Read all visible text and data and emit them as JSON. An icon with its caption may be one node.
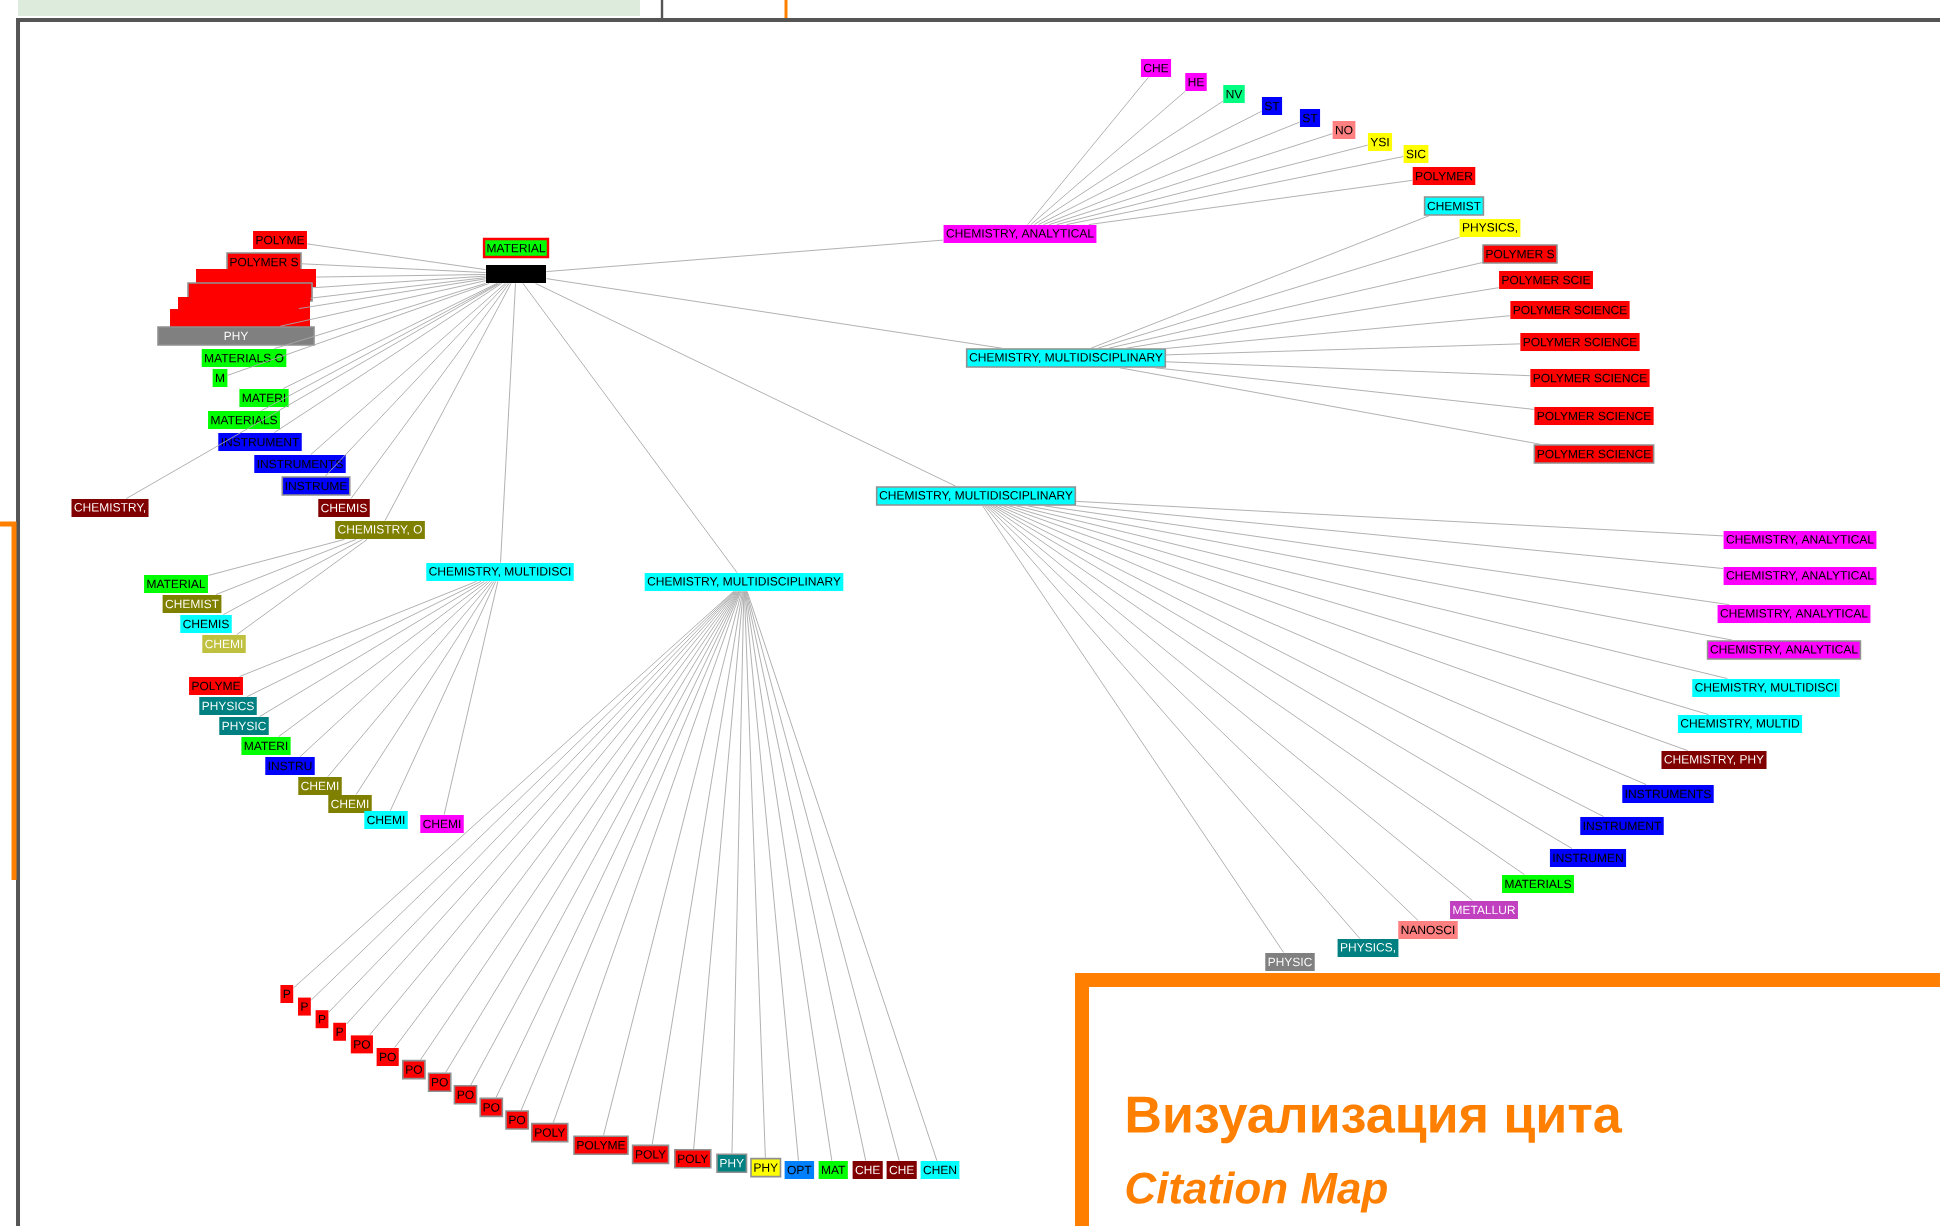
{
  "diagram": {
    "nodes": [
      {
        "text": [
          "MATERIAL"
        ]
      },
      {
        "text": [],
        "shape": "box"
      },
      {
        "text": [
          "CHEMISTRY, ANALYTICAL"
        ]
      },
      {
        "text": [
          "CHEMISTRY, MULTIDISCIPLINARY"
        ]
      },
      {
        "text": [
          "CHEMISTRY, MULTIDISCIPLINARY"
        ]
      },
      {
        "text": [
          "CHEMISTRY, MULTIDISCI"
        ]
      },
      {
        "text": [
          "CHEMISTRY, MULTIDISCIPLINARY"
        ]
      },
      {
        "text": [
          "POLYME"
        ]
      },
      {
        "text": [
          "POLYMER S"
        ]
      },
      {
        "text": [],
        "shape": "box"
      },
      {
        "text": [],
        "shape": "box"
      },
      {
        "text": [],
        "shape": "box"
      },
      {
        "text": [],
        "shape": "box"
      },
      {
        "text": [
          "PHY"
        ]
      },
      {
        "text": [
          "MATERIALS O"
        ]
      },
      {
        "text": [
          "M"
        ]
      },
      {
        "text": [
          "MATERI"
        ]
      },
      {
        "text": [
          "MATERIALS"
        ]
      },
      {
        "text": [
          "INSTRUMENT"
        ]
      },
      {
        "text": [
          "INSTRUMENTS"
        ]
      },
      {
        "text": [
          "INSTRUME"
        ]
      },
      {
        "text": [
          "CHEMIS"
        ]
      },
      {
        "text": [
          "CHEMISTRY, O"
        ]
      },
      {
        "text": [
          "CHEMISTRY,"
        ]
      },
      {
        "text": [
          "MATERIAL"
        ]
      },
      {
        "text": [
          "CHEMIST"
        ]
      },
      {
        "text": [
          "CHEMIS"
        ]
      },
      {
        "text": [
          "CHEMI"
        ]
      },
      {
        "text": [
          "POLYME"
        ]
      },
      {
        "text": [
          "PHYSICS"
        ]
      },
      {
        "text": [
          "PHYSIC"
        ]
      },
      {
        "text": [
          "MATERI"
        ]
      },
      {
        "text": [
          "INSTRU"
        ]
      },
      {
        "text": [
          "CHEMI"
        ]
      },
      {
        "text": [
          "CHEMI"
        ]
      },
      {
        "text": [
          "CHEMI"
        ]
      },
      {
        "text": [
          "CHEMI"
        ]
      },
      {
        "text": [
          "CHE"
        ]
      },
      {
        "text": [
          "HE"
        ]
      },
      {
        "text": [
          "NV"
        ]
      },
      {
        "text": [
          "ST"
        ]
      },
      {
        "text": [
          "ST"
        ]
      },
      {
        "text": [
          "NO"
        ]
      },
      {
        "text": [
          "YSI"
        ]
      },
      {
        "text": [
          "SIC"
        ]
      },
      {
        "text": [
          "POLYMER"
        ]
      },
      {
        "text": [
          "CHEMIST"
        ]
      },
      {
        "text": [
          "PHYSICS,"
        ]
      },
      {
        "text": [
          "POLYMER S"
        ]
      },
      {
        "text": [
          "POLYMER SCIE"
        ]
      },
      {
        "text": [
          "POLYMER SCIENCE"
        ]
      },
      {
        "text": [
          "POLYMER SCIENCE"
        ]
      },
      {
        "text": [
          "POLYMER SCIENCE"
        ]
      },
      {
        "text": [
          "POLYMER SCIENCE"
        ]
      },
      {
        "text": [
          "POLYMER SCIENCE"
        ]
      },
      {
        "text": [
          "CHEMISTRY, ANALYTICAL"
        ]
      },
      {
        "text": [
          "CHEMISTRY, ANALYTICAL"
        ]
      },
      {
        "text": [
          "CHEMISTRY, ANALYTICAL"
        ]
      },
      {
        "text": [
          "CHEMISTRY, ANALYTICAL"
        ]
      },
      {
        "text": [
          "CHEMISTRY, MULTIDISCI"
        ]
      },
      {
        "text": [
          "CHEMISTRY, MULTID"
        ]
      },
      {
        "text": [
          "CHEMISTRY, PHY"
        ]
      },
      {
        "text": [
          "INSTRUMENTS"
        ]
      },
      {
        "text": [
          "INSTRUMENT"
        ]
      },
      {
        "text": [
          "INSTRUMEN"
        ]
      },
      {
        "text": [
          "MATERIALS"
        ]
      },
      {
        "text": [
          "METALLUR"
        ]
      },
      {
        "text": [
          "NANOSCI"
        ]
      },
      {
        "text": [
          "PHYSICS,"
        ]
      },
      {
        "text": [
          "PHYSIC"
        ]
      },
      {
        "text": [
          "P"
        ]
      },
      {
        "text": [
          "P"
        ]
      },
      {
        "text": [
          "P"
        ]
      },
      {
        "text": [
          "P"
        ]
      },
      {
        "text": [
          "PO"
        ]
      },
      {
        "text": [
          "PO"
        ]
      },
      {
        "text": [
          "PO"
        ]
      },
      {
        "text": [
          "PO"
        ]
      },
      {
        "text": [
          "PO"
        ]
      },
      {
        "text": [
          "PO"
        ]
      },
      {
        "text": [
          "PO"
        ]
      },
      {
        "text": [
          "POLY"
        ]
      },
      {
        "text": [
          "POLYME"
        ]
      },
      {
        "text": [
          "POLY"
        ]
      },
      {
        "text": [
          "POLY"
        ]
      },
      {
        "text": [
          "PHY"
        ]
      },
      {
        "text": [
          "PHY"
        ]
      },
      {
        "text": [
          "OPT"
        ]
      },
      {
        "text": [
          "MAT"
        ]
      },
      {
        "text": [
          "CHE"
        ]
      },
      {
        "text": [
          "CHE"
        ]
      },
      {
        "text": [
          "CHEN"
        ]
      }
    ],
    "edges": [
      {
        "from": 1,
        "to": 2,
        "arrow": "none"
      },
      {
        "from": 1,
        "to": 3,
        "arrow": "none"
      },
      {
        "from": 1,
        "to": 4,
        "arrow": "none"
      },
      {
        "from": 1,
        "to": 5,
        "arrow": "none"
      },
      {
        "from": 1,
        "to": 6,
        "arrow": "none"
      },
      {
        "from": 1,
        "to": 7,
        "arrow": "none"
      },
      {
        "from": 1,
        "to": 8,
        "arrow": "none"
      },
      {
        "from": 1,
        "to": 9,
        "arrow": "none"
      },
      {
        "from": 1,
        "to": 10,
        "arrow": "none"
      },
      {
        "from": 1,
        "to": 11,
        "arrow": "none"
      },
      {
        "from": 1,
        "to": 12,
        "arrow": "none"
      },
      {
        "from": 1,
        "to": 13,
        "arrow": "none"
      },
      {
        "from": 1,
        "to": 14,
        "arrow": "none"
      },
      {
        "from": 1,
        "to": 15,
        "arrow": "none"
      },
      {
        "from": 1,
        "to": 16,
        "arrow": "none"
      },
      {
        "from": 1,
        "to": 17,
        "arrow": "none"
      },
      {
        "from": 1,
        "to": 18,
        "arrow": "none"
      },
      {
        "from": 1,
        "to": 19,
        "arrow": "none"
      },
      {
        "from": 1,
        "to": 20,
        "arrow": "none"
      },
      {
        "from": 1,
        "to": 21,
        "arrow": "none"
      },
      {
        "from": 1,
        "to": 22,
        "arrow": "none"
      },
      {
        "from": 1,
        "to": 23,
        "arrow": "none"
      },
      {
        "from": 22,
        "to": 24,
        "arrow": "none"
      },
      {
        "from": 22,
        "to": 25,
        "arrow": "none"
      },
      {
        "from": 22,
        "to": 26,
        "arrow": "none"
      },
      {
        "from": 22,
        "to": 27,
        "arrow": "none"
      },
      {
        "from": 5,
        "to": 28,
        "arrow": "none"
      },
      {
        "from": 5,
        "to": 29,
        "arrow": "none"
      },
      {
        "from": 5,
        "to": 30,
        "arrow": "none"
      },
      {
        "from": 5,
        "to": 31,
        "arrow": "none"
      },
      {
        "from": 5,
        "to": 32,
        "arrow": "none"
      },
      {
        "from": 5,
        "to": 33,
        "arrow": "none"
      },
      {
        "from": 5,
        "to": 34,
        "arrow": "none"
      },
      {
        "from": 5,
        "to": 35,
        "arrow": "none"
      },
      {
        "from": 5,
        "to": 36,
        "arrow": "none"
      },
      {
        "from": 2,
        "to": 37,
        "arrow": "none"
      },
      {
        "from": 2,
        "to": 38,
        "arrow": "none"
      },
      {
        "from": 2,
        "to": 39,
        "arrow": "none"
      },
      {
        "from": 2,
        "to": 40,
        "arrow": "none"
      },
      {
        "from": 2,
        "to": 41,
        "arrow": "none"
      },
      {
        "from": 2,
        "to": 42,
        "arrow": "none"
      },
      {
        "from": 2,
        "to": 43,
        "arrow": "none"
      },
      {
        "from": 2,
        "to": 44,
        "arrow": "none"
      },
      {
        "from": 2,
        "to": 45,
        "arrow": "none"
      },
      {
        "from": 3,
        "to": 46,
        "arrow": "none"
      },
      {
        "from": 3,
        "to": 47,
        "arrow": "none"
      },
      {
        "from": 3,
        "to": 48,
        "arrow": "none"
      },
      {
        "from": 3,
        "to": 49,
        "arrow": "none"
      },
      {
        "from": 3,
        "to": 50,
        "arrow": "none"
      },
      {
        "from": 3,
        "to": 51,
        "arrow": "none"
      },
      {
        "from": 3,
        "to": 52,
        "arrow": "none"
      },
      {
        "from": 3,
        "to": 53,
        "arrow": "none"
      },
      {
        "from": 3,
        "to": 54,
        "arrow": "none"
      },
      {
        "from": 4,
        "to": 55,
        "arrow": "none"
      },
      {
        "from": 4,
        "to": 56,
        "arrow": "none"
      },
      {
        "from": 4,
        "to": 57,
        "arrow": "none"
      },
      {
        "from": 4,
        "to": 58,
        "arrow": "none"
      },
      {
        "from": 4,
        "to": 59,
        "arrow": "none"
      },
      {
        "from": 4,
        "to": 60,
        "arrow": "none"
      },
      {
        "from": 4,
        "to": 61,
        "arrow": "none"
      },
      {
        "from": 4,
        "to": 62,
        "arrow": "none"
      },
      {
        "from": 4,
        "to": 63,
        "arrow": "none"
      },
      {
        "from": 4,
        "to": 64,
        "arrow": "none"
      },
      {
        "from": 4,
        "to": 65,
        "arrow": "none"
      },
      {
        "from": 4,
        "to": 66,
        "arrow": "none"
      },
      {
        "from": 4,
        "to": 67,
        "arrow": "none"
      },
      {
        "from": 4,
        "to": 68,
        "arrow": "none"
      },
      {
        "from": 4,
        "to": 69,
        "arrow": "none"
      },
      {
        "from": 6,
        "to": 70,
        "arrow": "none"
      },
      {
        "from": 6,
        "to": 71,
        "arrow": "none"
      },
      {
        "from": 6,
        "to": 72,
        "arrow": "none"
      },
      {
        "from": 6,
        "to": 73,
        "arrow": "none"
      },
      {
        "from": 6,
        "to": 74,
        "arrow": "none"
      },
      {
        "from": 6,
        "to": 75,
        "arrow": "none"
      },
      {
        "from": 6,
        "to": 76,
        "arrow": "none"
      },
      {
        "from": 6,
        "to": 77,
        "arrow": "none"
      },
      {
        "from": 6,
        "to": 78,
        "arrow": "none"
      },
      {
        "from": 6,
        "to": 79,
        "arrow": "none"
      },
      {
        "from": 6,
        "to": 80,
        "arrow": "none"
      },
      {
        "from": 6,
        "to": 81,
        "arrow": "none"
      },
      {
        "from": 6,
        "to": 82,
        "arrow": "none"
      },
      {
        "from": 6,
        "to": 83,
        "arrow": "none"
      },
      {
        "from": 6,
        "to": 84,
        "arrow": "none"
      },
      {
        "from": 6,
        "to": 85,
        "arrow": "none"
      },
      {
        "from": 6,
        "to": 86,
        "arrow": "none"
      },
      {
        "from": 6,
        "to": 87,
        "arrow": "none"
      },
      {
        "from": 6,
        "to": 88,
        "arrow": "none"
      },
      {
        "from": 6,
        "to": 89,
        "arrow": "none"
      },
      {
        "from": 6,
        "to": 90,
        "arrow": "none"
      },
      {
        "from": 6,
        "to": 91,
        "arrow": "none"
      }
    ],
    "labels": [
      "Визуализация цита",
      "Citation Map"
    ]
  }
}
